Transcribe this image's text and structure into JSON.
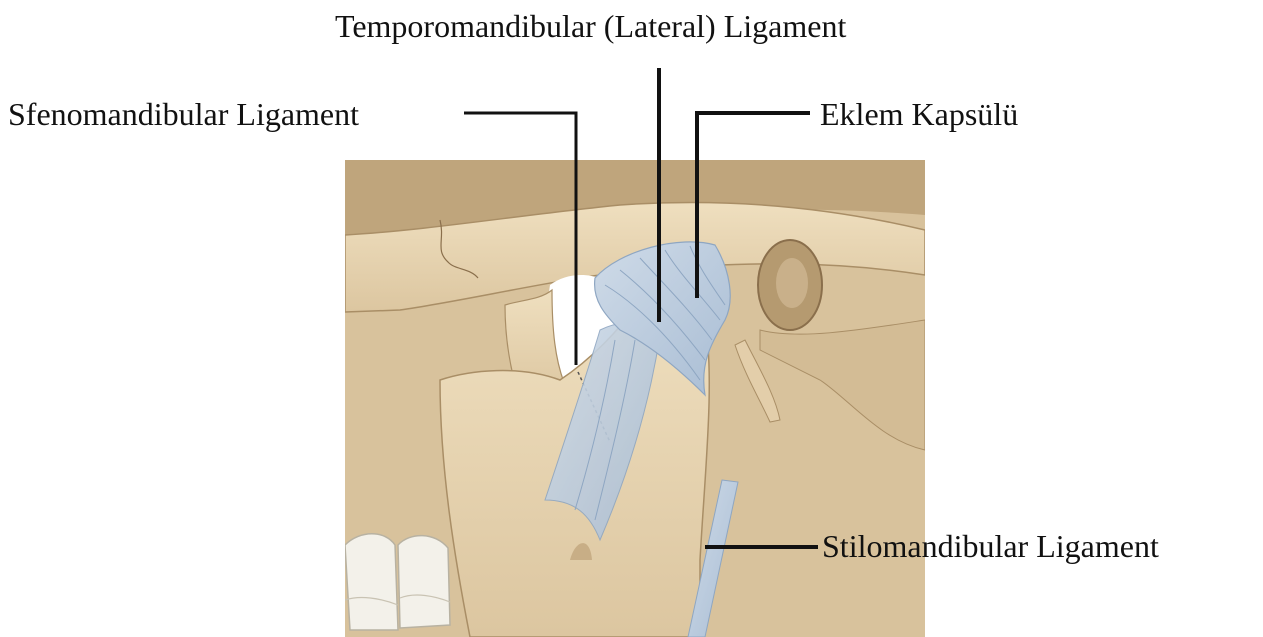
{
  "labels": {
    "temporomandibular": "Temporomandibular (Lateral) Ligament",
    "sfenomandibular": "Sfenomandibular Ligament",
    "eklem_kapsulu": "Eklem Kapsülü",
    "stilomandibular": "Stilomandibular Ligament"
  },
  "colors": {
    "bone": "#e6d2ae",
    "bone_shadow": "#cdb38a",
    "bone_dark": "#a98e66",
    "ligament": "#b9c9dc",
    "ligament_line": "#8ea6c2",
    "tooth": "#f3f1ea",
    "leader": "#111111"
  }
}
